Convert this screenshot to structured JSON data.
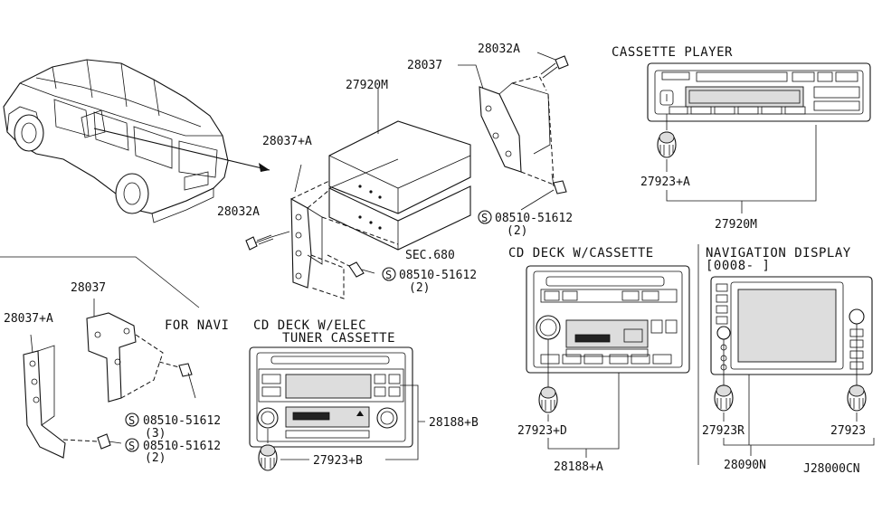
{
  "diagram_code": "J28000CN",
  "sections": {
    "cassette_player": {
      "title": "CASSETTE PLAYER",
      "knob_part": "27923+A",
      "unit_part": "27920M"
    },
    "cd_deck_cassette": {
      "title": "CD DECK W/CASSETTE",
      "knob_part": "27923+D",
      "unit_part": "28188+A"
    },
    "navigation_display": {
      "title": "NAVIGATION DISPLAY",
      "date_range": "[0008-      ]",
      "knob_left_part": "27923R",
      "knob_right_part": "27923",
      "unit_part": "28090N"
    },
    "cd_deck_elec": {
      "title_line1": "CD DECK W/ELEC",
      "title_line2": "TUNER CASSETTE",
      "knob_part": "27923+B",
      "unit_part": "28188+B"
    },
    "for_navi": {
      "title": "FOR NAVI",
      "bracket_left": "28037+A",
      "bracket_right": "28037",
      "screw_1_part": "08510-51612",
      "screw_1_qty": "(3)",
      "screw_2_part": "08510-51612",
      "screw_2_qty": "(2)",
      "screw_symbol": "S"
    },
    "main_assembly": {
      "radio_unit": "27920M",
      "bracket_right": "28037",
      "bracket_left": "28037+A",
      "screw_top": "28032A",
      "screw_left": "28032A",
      "screw_right_part": "08510-51612",
      "screw_right_qty": "(2)",
      "screw_bottom_part": "08510-51612",
      "screw_bottom_qty": "(2)",
      "section_ref": "SEC.680",
      "screw_symbol": "S"
    }
  }
}
